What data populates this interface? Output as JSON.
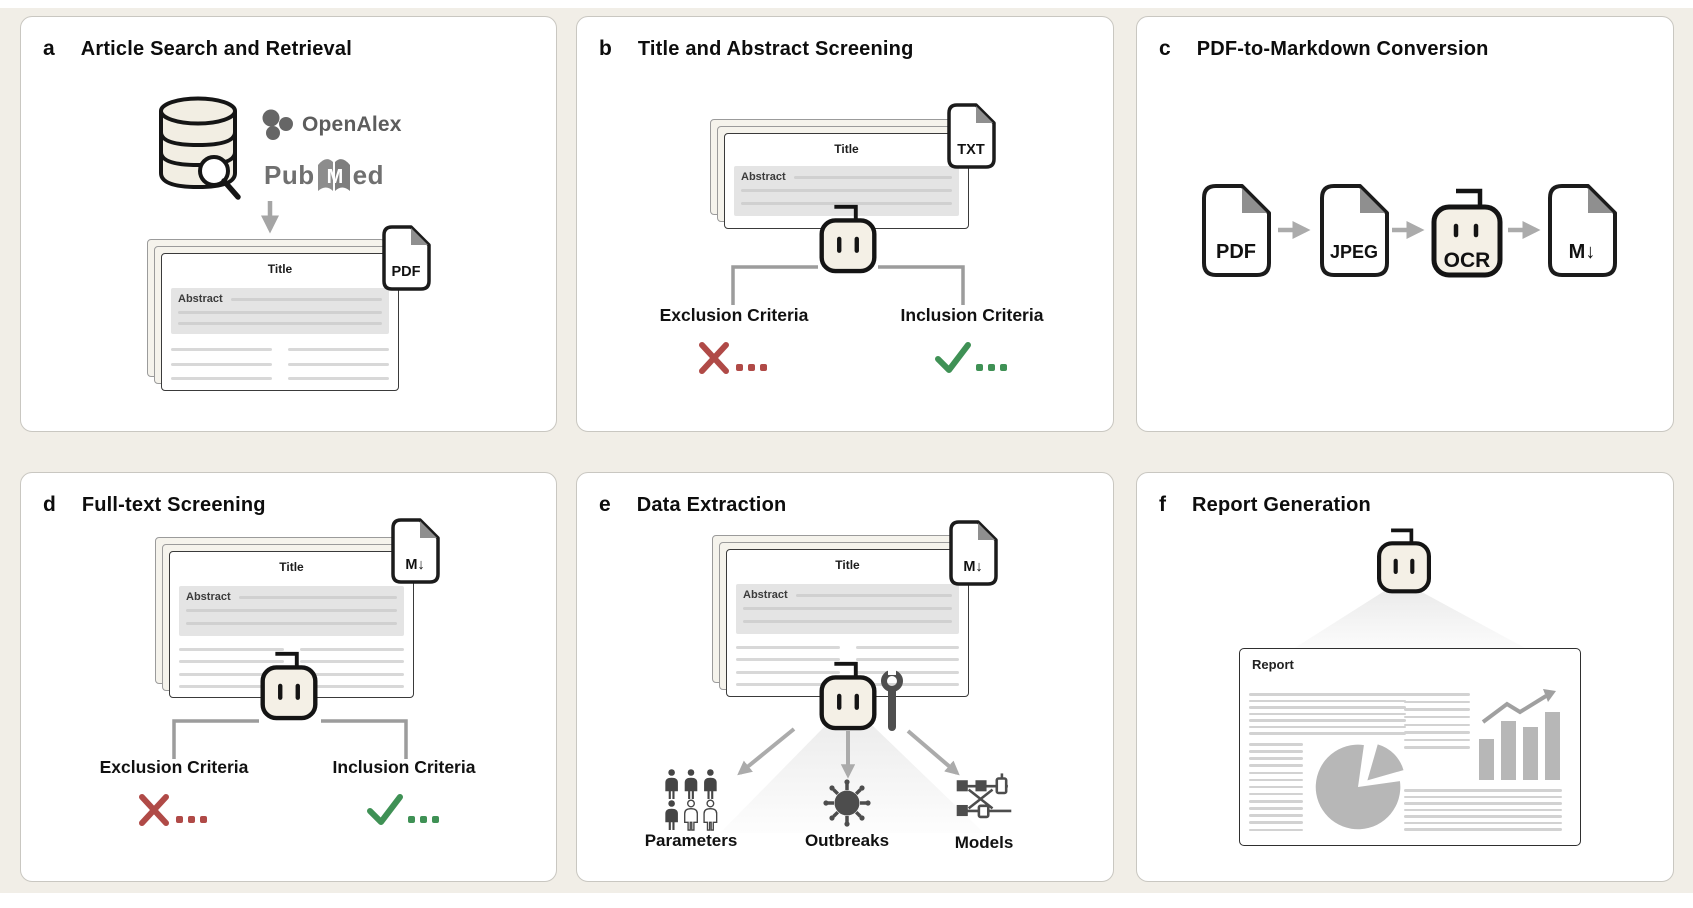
{
  "colors": {
    "canvas_bg": "#f1eee7",
    "exclusion_red": "#b04a47",
    "inclusion_green": "#3f9155",
    "arrow_gray": "#ababab"
  },
  "panels": {
    "a": {
      "letter": "a",
      "title": "Article Search and Retrieval",
      "sources": {
        "openalex": "OpenAlex",
        "pubmed_pre": "Pub",
        "pubmed_m": "M",
        "pubmed_post": "ed"
      },
      "doc": {
        "title": "Title",
        "abstract": "Abstract",
        "badge": "PDF"
      },
      "icons": [
        "database-search-icon",
        "openalex-logo-icon",
        "pubmed-book-icon",
        "arrow-down-icon",
        "pdf-file-icon"
      ]
    },
    "b": {
      "letter": "b",
      "title": "Title and Abstract Screening",
      "doc": {
        "title": "Title",
        "abstract": "Abstract",
        "badge": "TXT"
      },
      "exclusion": "Exclusion Criteria",
      "inclusion": "Inclusion Criteria",
      "marks": {
        "exclusion": "x-mark-icon",
        "inclusion": "check-mark-icon",
        "ellipsis": "..."
      },
      "icons": [
        "txt-file-icon",
        "robot-icon"
      ]
    },
    "c": {
      "letter": "c",
      "title": "PDF-to-Markdown Conversion",
      "steps": [
        {
          "label": "PDF",
          "type": "file"
        },
        {
          "label": "JPEG",
          "type": "file"
        },
        {
          "label": "OCR",
          "type": "robot"
        },
        {
          "label": "M↓",
          "type": "file"
        }
      ]
    },
    "d": {
      "letter": "d",
      "title": "Full-text Screening",
      "doc": {
        "title": "Title",
        "abstract": "Abstract",
        "badge": "M↓"
      },
      "exclusion": "Exclusion Criteria",
      "inclusion": "Inclusion Criteria",
      "marks": {
        "exclusion": "x-mark-icon",
        "inclusion": "check-mark-icon",
        "ellipsis": "..."
      },
      "icons": [
        "markdown-file-icon",
        "robot-icon"
      ]
    },
    "e": {
      "letter": "e",
      "title": "Data Extraction",
      "doc": {
        "title": "Title",
        "abstract": "Abstract",
        "badge": "M↓"
      },
      "targets": [
        {
          "label": "Parameters",
          "icon": "population-icon"
        },
        {
          "label": "Outbreaks",
          "icon": "virus-icon"
        },
        {
          "label": "Models",
          "icon": "model-network-icon"
        }
      ],
      "icons": [
        "markdown-file-icon",
        "robot-icon",
        "wrench-icon"
      ]
    },
    "f": {
      "letter": "f",
      "title": "Report Generation",
      "report": {
        "label": "Report"
      },
      "icons": [
        "robot-icon",
        "pie-chart-icon",
        "bar-chart-trend-icon"
      ]
    }
  }
}
